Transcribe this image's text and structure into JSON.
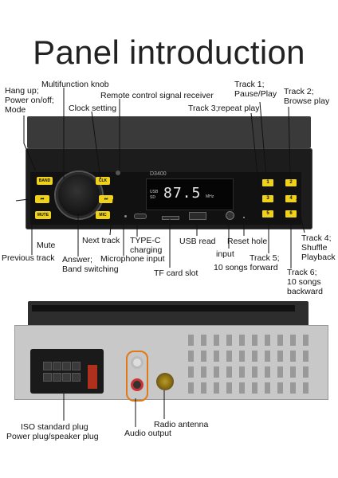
{
  "title": "Panel introduction",
  "front_labels": {
    "hangup": "Hang up;",
    "power": "Power on/off;",
    "mode": "Mode",
    "multifunction_knob": "Multifunction knob",
    "remote_receiver": "Remote control signal receiver",
    "clock_setting": "Clock setting",
    "track1_a": "Track 1;",
    "track1_b": "Pause/Play",
    "track2_a": "Track 2;",
    "track2_b": "Browse play",
    "track3": "Track 3;repeat play",
    "mute": "Mute",
    "previous_track": "Previous track",
    "next_track": "Next track",
    "typec_a": "TYPE-C",
    "typec_b": "charging",
    "usb_read": "USB read",
    "reset_hole": "Reset hole",
    "answer_a": "Answer;",
    "answer_b": "Band switching",
    "microphone_input": "Microphone input",
    "tf_card_slot": "TF card slot",
    "input": "input",
    "track5_a": "Track 5;",
    "track5_b": "10 songs forward",
    "track4_a": "Track 4;",
    "track4_b": "Shuffle",
    "track4_c": "Playback",
    "track6_a": "Track 6;",
    "track6_b": "10 songs",
    "track6_c": "backward"
  },
  "rear_labels": {
    "iso_a": "ISO standard plug",
    "iso_b": "Power plug/speaker plug",
    "audio_output": "Audio output",
    "radio_antenna": "Radio antenna"
  },
  "device": {
    "model": "D3400",
    "frequency": "87.5",
    "mhz": "MHz",
    "usb": "USB",
    "sd": "SD",
    "buttons": {
      "band": "BAND",
      "clk": "CLK",
      "prev": "⏮",
      "next": "⏭",
      "mute": "MUTE",
      "mic": "MIC"
    },
    "num_buttons": [
      "1",
      "2",
      "3",
      "4",
      "5",
      "6"
    ]
  },
  "colors": {
    "button_yellow": "#f0d21a",
    "highlight_orange": "#e07a16"
  }
}
